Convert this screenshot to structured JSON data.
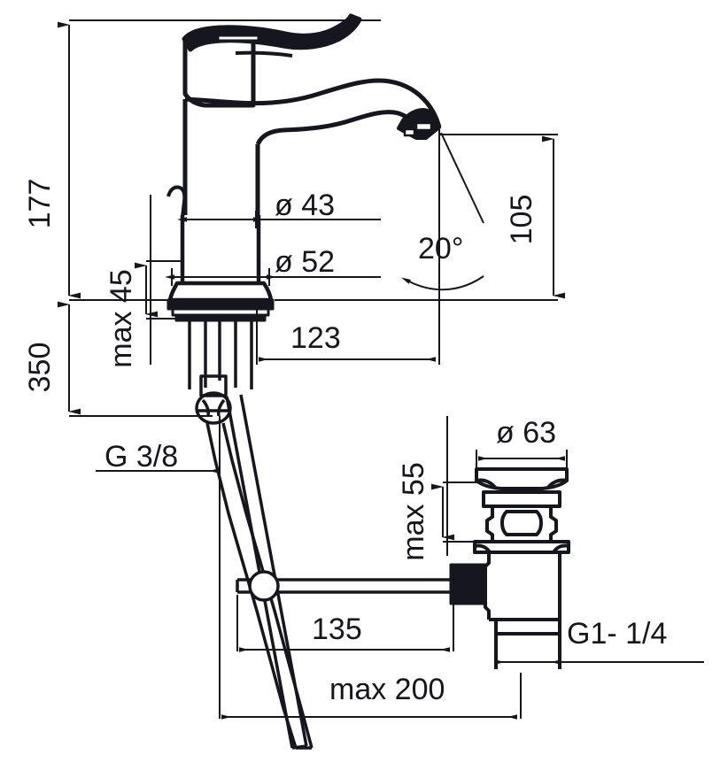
{
  "drawing": {
    "title": "Single-lever basin mixer with pop-up waste — dimensioned technical drawing",
    "units": "mm",
    "line_color": "#16161e",
    "background_color": "#ffffff"
  },
  "dimensions": {
    "height_total": "177",
    "max_deck_thickness": "max 45",
    "supply_length": "350",
    "spout_bore_1": "ø 43",
    "spout_bore_2": "ø 52",
    "spout_angle": "20°",
    "spout_height": "105",
    "spout_reach": "123",
    "supply_thread": "G 3/8",
    "waste_max_height": "max 55",
    "waste_flange_dia": "ø 63",
    "waste_thread": "G1- 1/4",
    "rod_length": "135",
    "rod_max_length": "max 200"
  }
}
